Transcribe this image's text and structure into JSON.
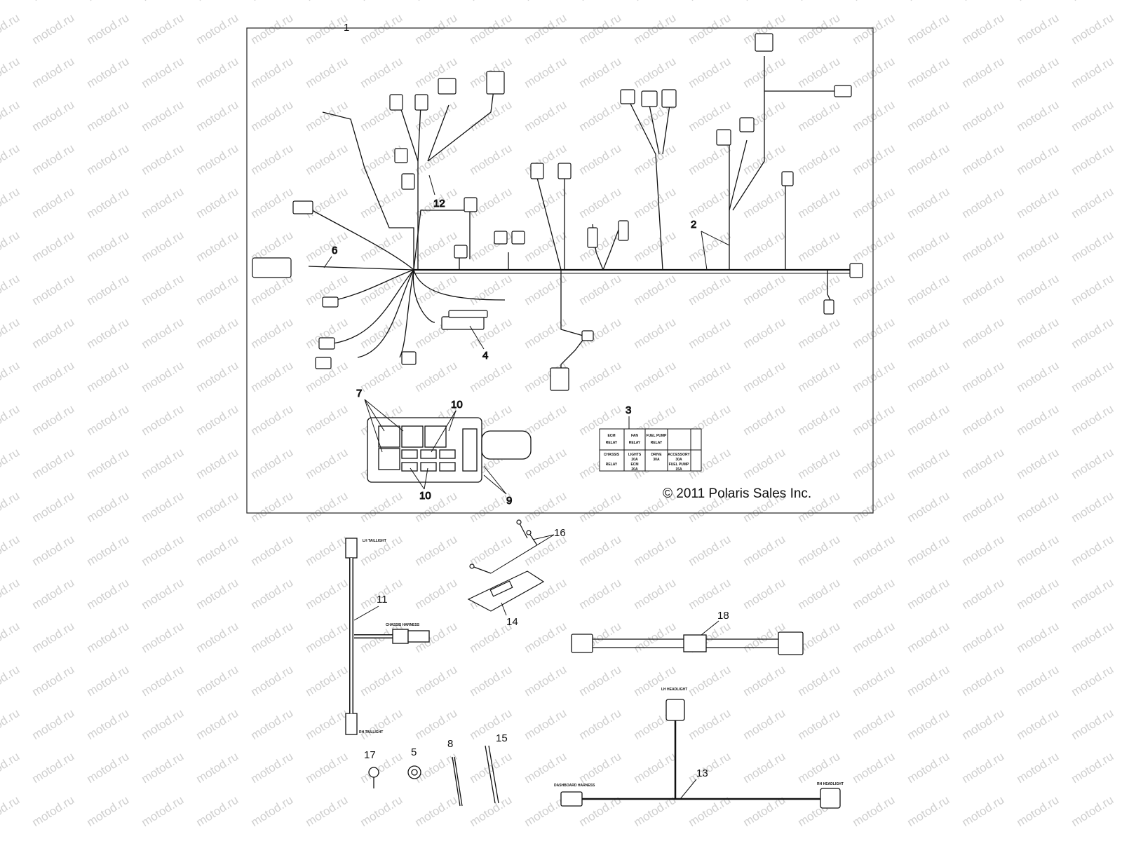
{
  "watermark": "motod.ru",
  "copyright": "© 2011 Polaris Sales Inc.",
  "callouts": {
    "c1": "1",
    "c2": "2",
    "c3": "3",
    "c4": "4",
    "c5": "5",
    "c6": "6",
    "c7": "7",
    "c8": "8",
    "c9": "9",
    "c10a": "10",
    "c10b": "10",
    "c11": "11",
    "c12": "12",
    "c13": "13",
    "c14": "14",
    "c15": "15",
    "c16": "16",
    "c17": "17",
    "c18": "18"
  },
  "relay_label": {
    "r1": [
      "ECM",
      "FAN",
      "FUEL PUMP",
      ""
    ],
    "r2": [
      "RELAY",
      "RELAY",
      "RELAY",
      ""
    ],
    "r3": [
      "CHASSIS",
      "LIGHTS",
      "DRIVE",
      "ACCESSORY"
    ],
    "r4": [
      "",
      "20A",
      "30A",
      "30A"
    ],
    "r5": [
      "RELAY",
      "ECM",
      "",
      "FUEL PUMP"
    ],
    "r6": [
      "",
      "20A",
      "",
      "15A"
    ]
  },
  "labels": {
    "lh_taillight": "LH TAILLIGHT",
    "rh_taillight": "RH TAILLIGHT",
    "chassis_harness": "CHASSIS HARNESS",
    "lh_headlight": "LH HEADLIGHT",
    "rh_headlight": "RH HEADLIGHT",
    "dashboard_harness": "DASHBOARD HARNESS"
  },
  "colors": {
    "line": "#111111",
    "watermark": "#cfcfcf",
    "frame": "#222222"
  }
}
